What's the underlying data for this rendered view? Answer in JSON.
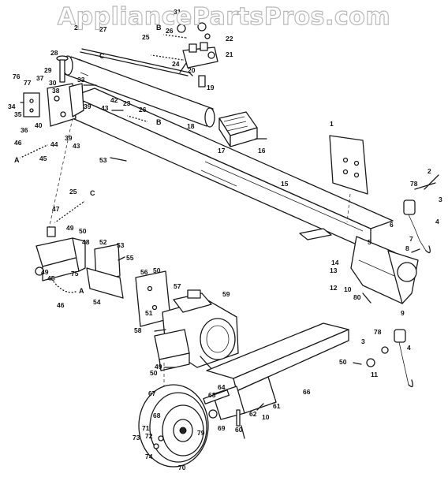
{
  "watermark": "AppliancePartsPros.com",
  "part_labels": [
    "1",
    "2",
    "3",
    "4",
    "5",
    "6",
    "7",
    "8",
    "9",
    "10",
    "11",
    "12",
    "13",
    "14",
    "15",
    "16",
    "17",
    "18",
    "19",
    "20",
    "21",
    "22",
    "23",
    "24",
    "25",
    "26",
    "27",
    "28",
    "29",
    "30",
    "31",
    "33",
    "34",
    "35",
    "36",
    "37",
    "38",
    "39",
    "40",
    "42",
    "43",
    "44",
    "45",
    "46",
    "47",
    "48",
    "49",
    "50",
    "51",
    "52",
    "53",
    "54",
    "55",
    "56",
    "57",
    "58",
    "59",
    "60",
    "61",
    "62",
    "63",
    "64",
    "66",
    "67",
    "68",
    "69",
    "70",
    "71",
    "72",
    "73",
    "74",
    "75",
    "76",
    "77",
    "78",
    "79",
    "80"
  ],
  "hose_labels": [
    "A",
    "B",
    "C"
  ]
}
